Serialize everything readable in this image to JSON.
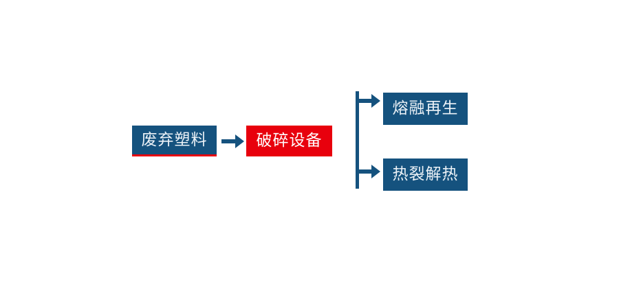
{
  "diagram": {
    "title": "waste-plastic-processing-flow",
    "background_color": "#ffffff",
    "colors": {
      "primary_blue": "#15527E",
      "accent_red": "#E8000D",
      "connector_blue": "#15527E",
      "text_light": "#ecf2f7",
      "text_white": "#ffffff"
    },
    "nodes": [
      {
        "id": "waste-plastic",
        "label": "废弃塑料",
        "fill": "#15527E",
        "text_color": "#ecf2f7",
        "underline_color": "#E8000D"
      },
      {
        "id": "crushing-equipment",
        "label": "破碎设备",
        "fill": "#E8000D",
        "text_color": "#ffffff"
      },
      {
        "id": "melt-regeneration",
        "label": "熔融再生",
        "fill": "#15527E",
        "text_color": "#ecf2f7"
      },
      {
        "id": "pyrolysis-heat",
        "label": "热裂解热",
        "fill": "#15527E",
        "text_color": "#ecf2f7"
      }
    ],
    "connectors": [
      {
        "id": "main-arrow",
        "icon": "arrow-right-icon",
        "from": "waste-plastic",
        "to": "crushing-equipment",
        "color": "#15527E"
      },
      {
        "id": "branch-spine",
        "icon": "branch-split-icon",
        "from": "crushing-equipment",
        "to": "melt-regeneration, pyrolysis-heat",
        "color": "#15527E"
      }
    ]
  }
}
